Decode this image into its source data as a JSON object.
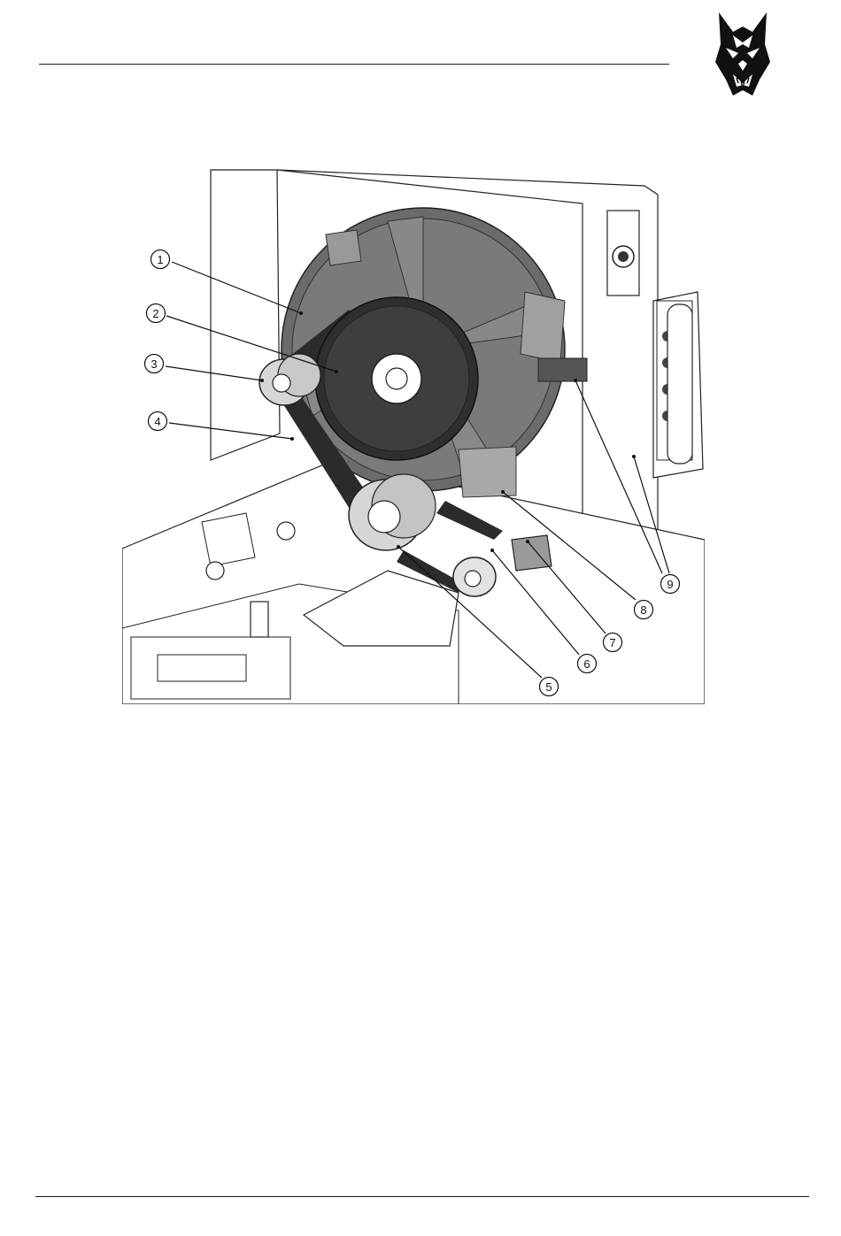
{
  "callouts": [
    {
      "label": "1"
    },
    {
      "label": "2"
    },
    {
      "label": "3"
    },
    {
      "label": "4"
    },
    {
      "label": "5"
    },
    {
      "label": "6"
    },
    {
      "label": "7"
    },
    {
      "label": "8"
    },
    {
      "label": "9"
    }
  ],
  "colors": {
    "ink": "#111111",
    "fan_shroud": "#6b6b6b",
    "pulley_dark": "#3a3a3a",
    "pulley_light": "#d6d6d6",
    "frame": "#ffffff"
  },
  "icons": {
    "logo": "wolf-head-logo-icon"
  }
}
